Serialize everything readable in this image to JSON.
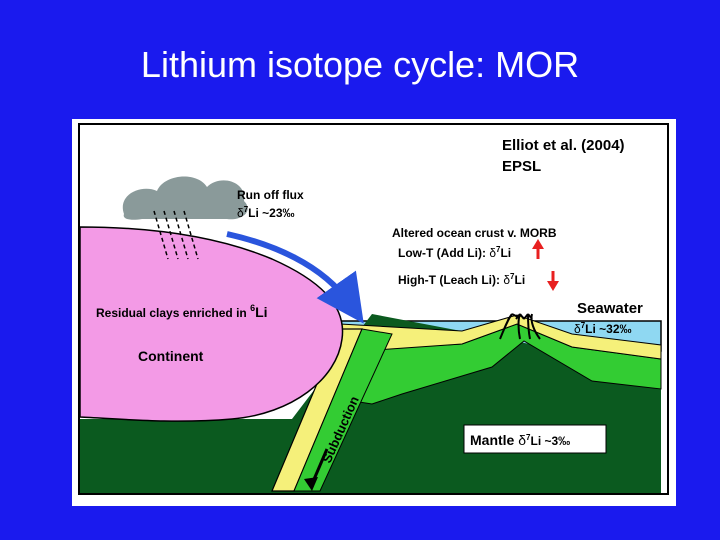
{
  "slide": {
    "title": "Lithium isotope cycle: MOR"
  },
  "figure": {
    "citation_line1": "Elliot et al. (2004)",
    "citation_line2": "EPSL",
    "runoff": {
      "line1": "Run  off flux",
      "delta": "δ",
      "sup": "7",
      "rest": "Li ~23‰"
    },
    "altered_crust": {
      "title": "Altered ocean crust v. MORB",
      "low_t_label": "Low-T (Add Li)",
      "high_t_label": "High-T (Leach Li)",
      "sep": ": ",
      "delta": "δ",
      "sup": "7",
      "species": "Li"
    },
    "clays": {
      "text": "Residual  clays enriched in ",
      "sup": "6",
      "species": "Li"
    },
    "continent_label": "Continent",
    "seawater": {
      "label": "Seawater",
      "delta": "δ",
      "sup": "7",
      "rest": "Li ~32‰"
    },
    "subduction_label": "Subduction",
    "mantle": {
      "label": "Mantle ",
      "delta": "δ",
      "sup": "7",
      "rest": "Li ~3‰"
    },
    "colors": {
      "slide_background": "#1a1aee",
      "continent": "#f39ae6",
      "seawater": "#8fd8f2",
      "crust_yellow": "#f5f07a",
      "crust_green": "#33cc33",
      "mantle": "#0b5a1f",
      "cloud": "#8a9a9a",
      "flux_arrow": "#2a55dd",
      "up_arrow": "#e82020",
      "down_arrow": "#e82020"
    }
  }
}
